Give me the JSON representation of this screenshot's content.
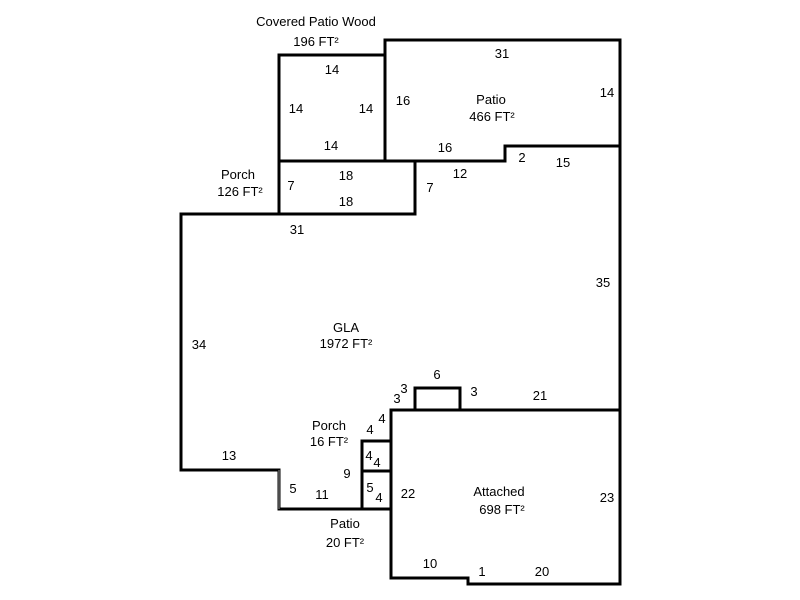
{
  "areas": {
    "covered_patio_wood": {
      "name": "Covered Patio Wood",
      "area": "196 FT²",
      "dims": [
        "14",
        "14",
        "14",
        "14"
      ]
    },
    "patio_top": {
      "name": "Patio",
      "area": "466 FT²",
      "dims": [
        "31",
        "14",
        "16",
        "16",
        "2",
        "15"
      ]
    },
    "porch_top": {
      "name": "Porch",
      "area": "126 FT²",
      "dims": [
        "7",
        "18",
        "18",
        "7",
        "12"
      ]
    },
    "gla": {
      "name": "GLA",
      "area": "1972 FT²",
      "dims": [
        "31",
        "35",
        "34",
        "13",
        "5",
        "11",
        "9",
        "3",
        "3",
        "6",
        "3",
        "21",
        "4",
        "22"
      ]
    },
    "porch_small": {
      "name": "Porch",
      "area": "16 FT²",
      "dims": [
        "4",
        "4",
        "4"
      ]
    },
    "patio_small": {
      "name": "Patio",
      "area": "20 FT²",
      "dims": [
        "5",
        "4"
      ]
    },
    "attached": {
      "name": "Attached",
      "area": "698 FT²",
      "dims": [
        "23",
        "10",
        "1",
        "20"
      ]
    }
  }
}
